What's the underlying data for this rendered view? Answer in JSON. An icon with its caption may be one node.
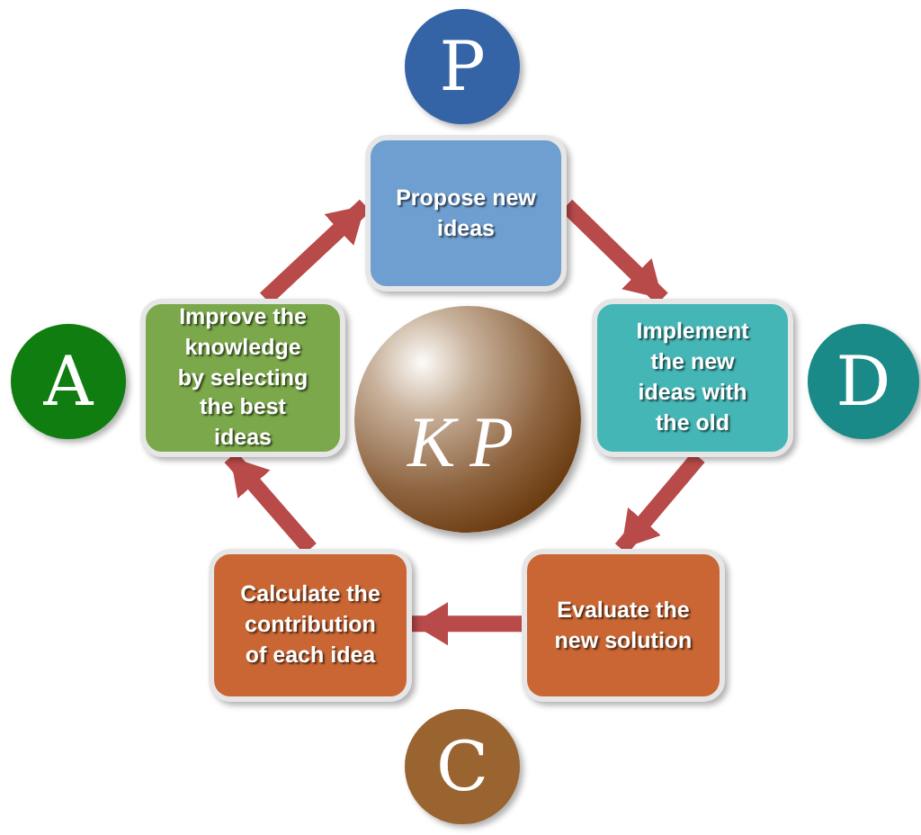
{
  "diagram": {
    "nodes": [
      {
        "text": [
          "P"
        ]
      },
      {
        "text": [
          "Propose new ideas"
        ]
      },
      {
        "text": [
          "A"
        ]
      },
      {
        "text": [
          "Improve the knowledge by selecting the best ideas"
        ]
      },
      {
        "text": [
          "KP"
        ]
      },
      {
        "text": [
          "Implement the new ideas with the old"
        ]
      },
      {
        "text": [
          "D"
        ]
      },
      {
        "text": [
          "Calculate the contribution of each idea"
        ]
      },
      {
        "text": [
          "Evaluate the new solution"
        ]
      },
      {
        "text": [
          "C"
        ]
      }
    ],
    "edges": [
      {
        "from": 3,
        "to": 1,
        "arrow": "to"
      },
      {
        "from": 1,
        "to": 5,
        "arrow": "to"
      },
      {
        "from": 5,
        "to": 8,
        "arrow": "to"
      },
      {
        "from": 8,
        "to": 7,
        "arrow": "to"
      },
      {
        "from": 7,
        "to": 3,
        "arrow": "to"
      }
    ]
  }
}
